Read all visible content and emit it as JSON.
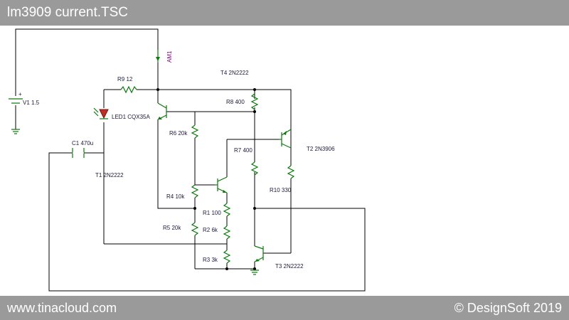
{
  "window": {
    "title": "lm3909 current.TSC"
  },
  "footer": {
    "url": "www.tinacloud.com",
    "copyright": "© DesignSoft 2019"
  },
  "components": {
    "V1": "V1 1.5",
    "AM1": "AM1",
    "R9": "R9 12",
    "LED1": "LED1 CQX35A",
    "T4": "T4 2N2222",
    "R8": "R8 400",
    "R6": "R6 20k",
    "C1": "C1 470u",
    "R7": "R7 400",
    "T2": "T2 2N3906",
    "T1": "T1 2N2222",
    "R10": "R10 330",
    "R4": "R4 10k",
    "R1": "R1 100",
    "R5": "R5 20k",
    "R2": "R2 6k",
    "R3": "R3 3k",
    "T3": "T3 2N2222"
  },
  "colors": {
    "bars": "#9a9a9a",
    "components": "#0a7a0a",
    "wires": "#000000",
    "led": "#c03020",
    "ammeter_label": "#800080"
  }
}
